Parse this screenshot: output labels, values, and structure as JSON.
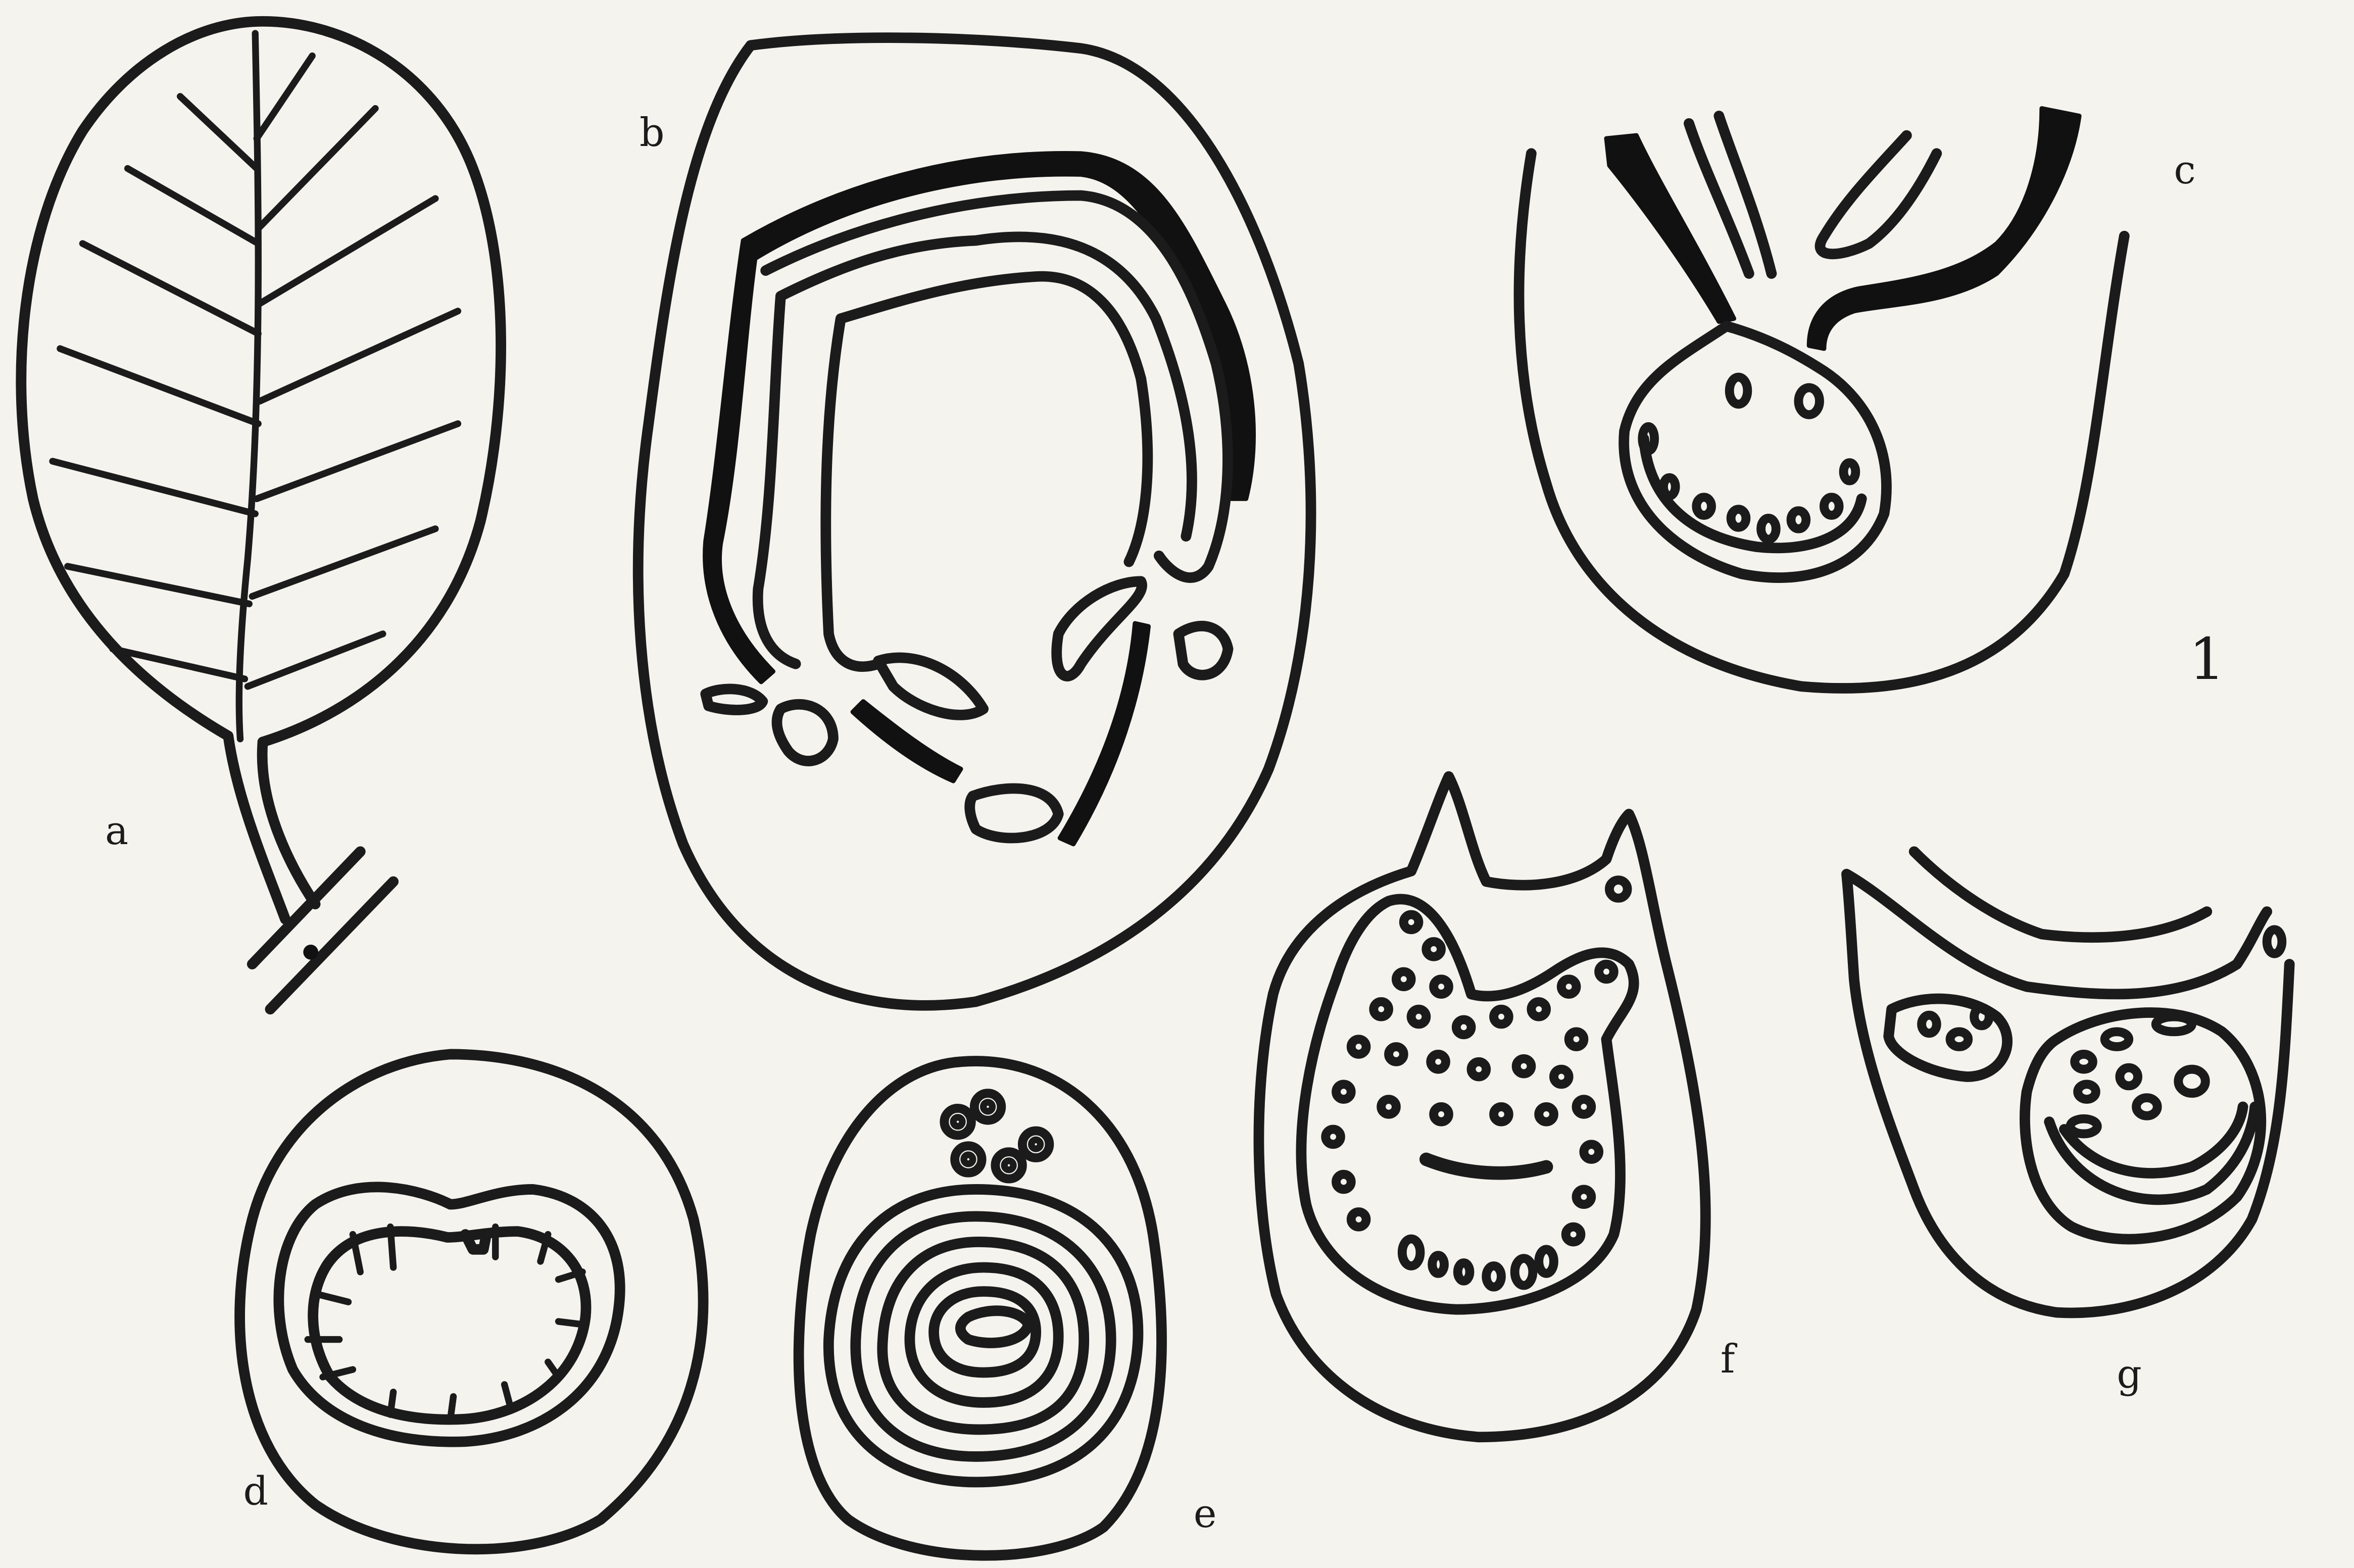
{
  "plate_number": "1",
  "panels": [
    {
      "id": "a",
      "label": "a"
    },
    {
      "id": "b",
      "label": "b"
    },
    {
      "id": "c",
      "label": "c"
    },
    {
      "id": "d",
      "label": "d"
    },
    {
      "id": "e",
      "label": "e"
    },
    {
      "id": "f",
      "label": "f"
    },
    {
      "id": "g",
      "label": "g"
    }
  ]
}
